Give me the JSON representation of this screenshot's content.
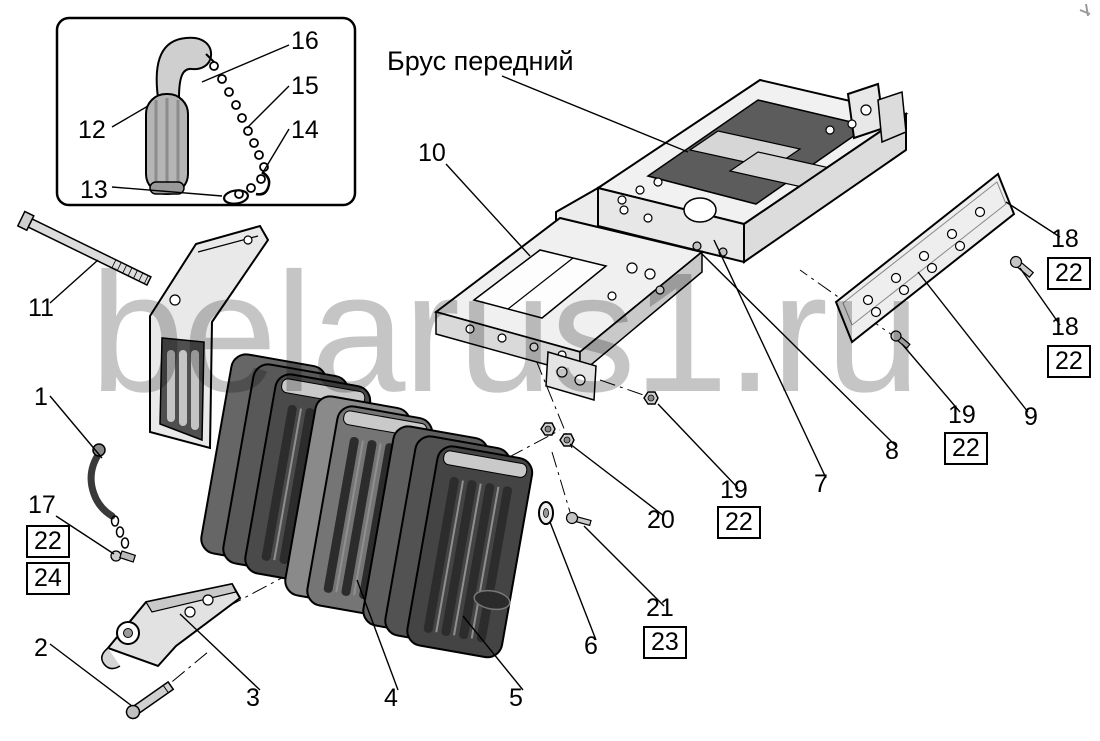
{
  "figure": {
    "title": "Брус передний",
    "watermark": "belarus1.ru"
  },
  "labels": [
    {
      "text": "16",
      "boxed": false
    },
    {
      "text": "15",
      "boxed": false
    },
    {
      "text": "14",
      "boxed": false
    },
    {
      "text": "12",
      "boxed": false
    },
    {
      "text": "13",
      "boxed": false
    },
    {
      "text": "10",
      "boxed": false
    },
    {
      "text": "11",
      "boxed": false
    },
    {
      "text": "1",
      "boxed": false
    },
    {
      "text": "17",
      "boxed": false
    },
    {
      "text": "22",
      "boxed": true
    },
    {
      "text": "24",
      "boxed": true
    },
    {
      "text": "2",
      "boxed": false
    },
    {
      "text": "3",
      "boxed": false
    },
    {
      "text": "4",
      "boxed": false
    },
    {
      "text": "5",
      "boxed": false
    },
    {
      "text": "6",
      "boxed": false
    },
    {
      "text": "21",
      "boxed": false
    },
    {
      "text": "23",
      "boxed": true
    },
    {
      "text": "20",
      "boxed": false
    },
    {
      "text": "19",
      "boxed": false
    },
    {
      "text": "22",
      "boxed": true
    },
    {
      "text": "7",
      "boxed": false
    },
    {
      "text": "8",
      "boxed": false
    },
    {
      "text": "19",
      "boxed": false
    },
    {
      "text": "22",
      "boxed": true
    },
    {
      "text": "9",
      "boxed": false
    },
    {
      "text": "18",
      "boxed": false
    },
    {
      "text": "22",
      "boxed": true
    },
    {
      "text": "18",
      "boxed": false
    },
    {
      "text": "22",
      "boxed": true
    }
  ]
}
